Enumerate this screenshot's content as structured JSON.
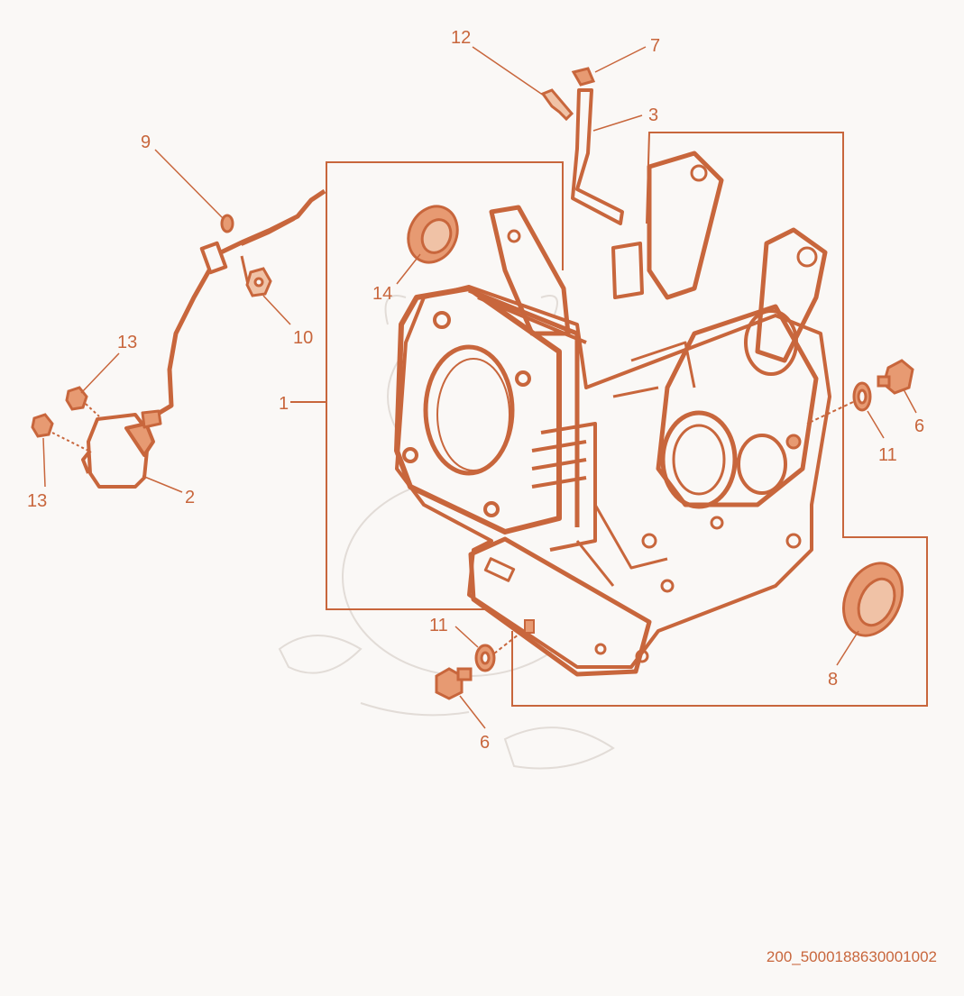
{
  "colors": {
    "background": "#faf8f6",
    "ink": "#c8663c",
    "fill": "#e79a72",
    "fill_light": "#f0c2a6",
    "watermark": "#e2dcd7"
  },
  "callouts": [
    {
      "id": "c1",
      "text": "1"
    },
    {
      "id": "c2",
      "text": "2"
    },
    {
      "id": "c3",
      "text": "3"
    },
    {
      "id": "c6a",
      "text": "6"
    },
    {
      "id": "c6b",
      "text": "6"
    },
    {
      "id": "c7",
      "text": "7"
    },
    {
      "id": "c8",
      "text": "8"
    },
    {
      "id": "c9",
      "text": "9"
    },
    {
      "id": "c10",
      "text": "10"
    },
    {
      "id": "c11a",
      "text": "11"
    },
    {
      "id": "c11b",
      "text": "11"
    },
    {
      "id": "c12",
      "text": "12"
    },
    {
      "id": "c13a",
      "text": "13"
    },
    {
      "id": "c13b",
      "text": "13"
    },
    {
      "id": "c14",
      "text": "14"
    }
  ],
  "document_id": "200_5000188630001002"
}
